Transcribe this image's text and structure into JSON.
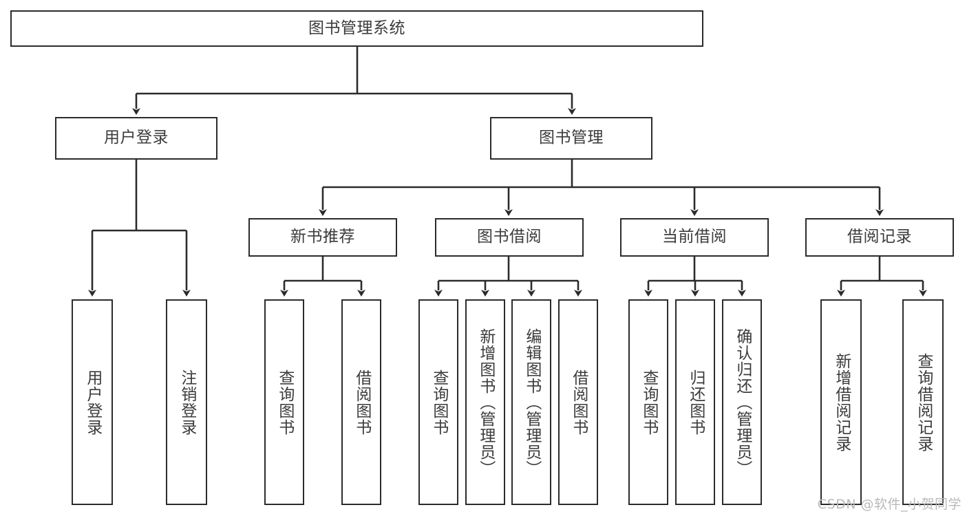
{
  "diagram": {
    "title": "图书管理系统",
    "type": "hierarchy-tree",
    "orientation": "top-down",
    "theme": {
      "border_color": "#2b2b2b",
      "text_color": "#3b3b3b",
      "background": "#ffffff",
      "watermark_color": "#b9b9b9"
    }
  },
  "nodes": {
    "root": {
      "label": "图书管理系统",
      "level": 0
    },
    "level1": [
      {
        "id": "user-login",
        "label": "用户登录"
      },
      {
        "id": "book-manage",
        "label": "图书管理"
      }
    ],
    "level2": [
      {
        "id": "new-book-recommend",
        "label": "新书推荐",
        "parent": "book-manage"
      },
      {
        "id": "book-borrow",
        "label": "图书借阅",
        "parent": "book-manage"
      },
      {
        "id": "current-borrow",
        "label": "当前借阅",
        "parent": "book-manage"
      },
      {
        "id": "borrow-record",
        "label": "借阅记录",
        "parent": "book-manage"
      }
    ],
    "leaves": [
      {
        "id": "leaf-user-login",
        "label": "用户登录",
        "parent": "user-login"
      },
      {
        "id": "leaf-logout",
        "label": "注销登录",
        "parent": "user-login"
      },
      {
        "id": "leaf-query-book-1",
        "label": "查询图书",
        "parent": "new-book-recommend"
      },
      {
        "id": "leaf-borrow-book-1",
        "label": "借阅图书",
        "parent": "new-book-recommend"
      },
      {
        "id": "leaf-query-book-2",
        "label": "查询图书",
        "parent": "book-borrow"
      },
      {
        "id": "leaf-add-book",
        "label": "新增图书（管理员）",
        "parent": "book-borrow"
      },
      {
        "id": "leaf-edit-book",
        "label": "编辑图书（管理员）",
        "parent": "book-borrow"
      },
      {
        "id": "leaf-borrow-book-2",
        "label": "借阅图书",
        "parent": "book-borrow"
      },
      {
        "id": "leaf-query-book-3",
        "label": "查询图书",
        "parent": "current-borrow"
      },
      {
        "id": "leaf-return-book",
        "label": "归还图书",
        "parent": "current-borrow"
      },
      {
        "id": "leaf-confirm-return",
        "label": "确认归还（管理员）",
        "parent": "current-borrow"
      },
      {
        "id": "leaf-add-record",
        "label": "新增借阅记录",
        "parent": "borrow-record"
      },
      {
        "id": "leaf-query-record",
        "label": "查询借阅记录",
        "parent": "borrow-record"
      }
    ]
  },
  "watermark": {
    "text": "CSDN @软件_小贺同学"
  }
}
